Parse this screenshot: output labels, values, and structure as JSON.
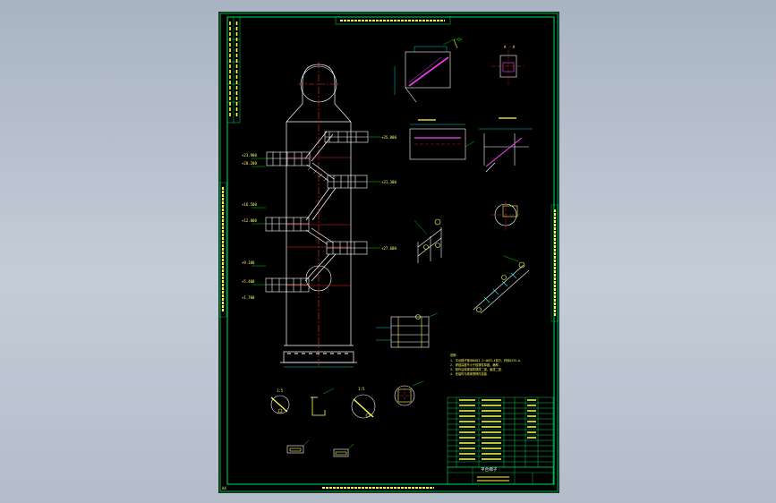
{
  "drawing": {
    "colors": {
      "frame": "#00e05a",
      "structure": "#ffffff",
      "centerline": "#ff2a2a",
      "dimension": "#00ffff",
      "section": "#ff40ff",
      "text": "#ffff55",
      "leader": "#00ff00"
    }
  },
  "sheet_corner_mark": "A4",
  "title_block": {
    "drawing_title": "平台梯子"
  },
  "elevation_labels": [
    "+35.000",
    "+31.300",
    "+27.600",
    "+23.900",
    "+20.200",
    "+16.500",
    "+12.800",
    "+9.100",
    "+5.400",
    "+1.700"
  ],
  "notes_heading": "说明：",
  "notes_lines": [
    "1. 平台梯子按GB4053.1~4053.4执行，材料Q235-A.",
    "2. 焊缝高度不小于较薄件厚度，满焊.",
    "3. 制作后除锈涂防锈漆二道，面漆二道.",
    "4. 安装时与塔体预焊件连接."
  ]
}
